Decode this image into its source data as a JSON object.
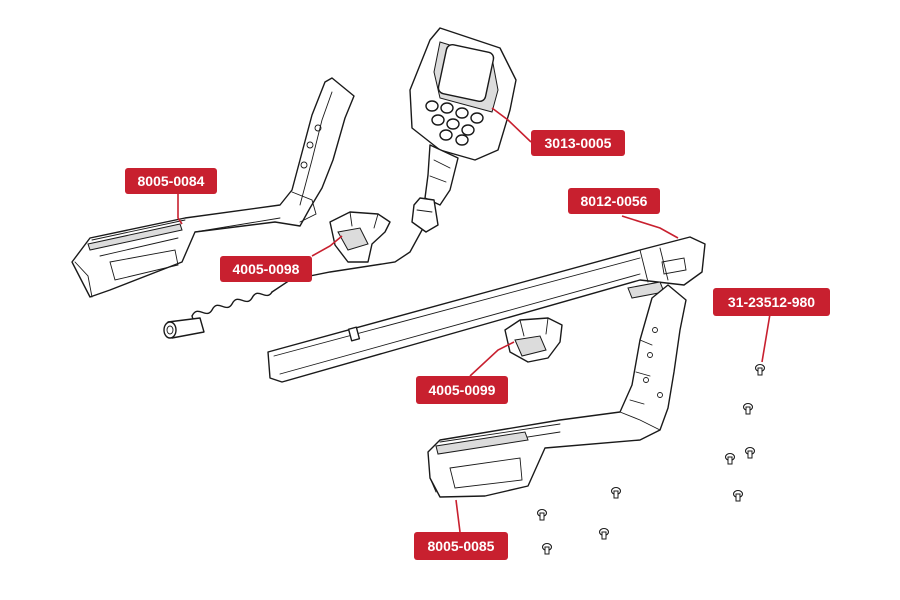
{
  "callouts": [
    {
      "id": "upper-shaft-left",
      "label": "8005-0084"
    },
    {
      "id": "control-box",
      "label": "3013-0005"
    },
    {
      "id": "middle-shaft",
      "label": "8012-0056"
    },
    {
      "id": "clip-upper",
      "label": "4005-0098"
    },
    {
      "id": "screws",
      "label": "31-23512-980"
    },
    {
      "id": "clip-lower",
      "label": "4005-0099"
    },
    {
      "id": "upper-shaft-right",
      "label": "8005-0085"
    }
  ],
  "colors": {
    "callout": "#c8202f",
    "line": "#1a1a1a"
  },
  "icons": [
    "screw-icon"
  ]
}
